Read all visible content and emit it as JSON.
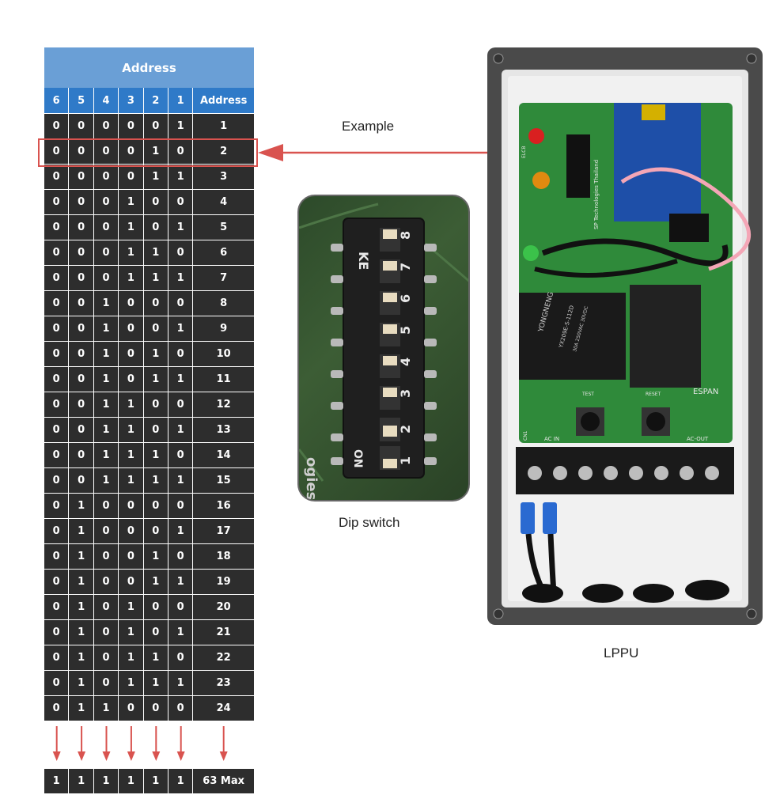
{
  "table": {
    "title": "Address",
    "headers": [
      "6",
      "5",
      "4",
      "3",
      "2",
      "1",
      "Address"
    ],
    "rows": [
      [
        "0",
        "0",
        "0",
        "0",
        "0",
        "1",
        "1"
      ],
      [
        "0",
        "0",
        "0",
        "0",
        "1",
        "0",
        "2"
      ],
      [
        "0",
        "0",
        "0",
        "0",
        "1",
        "1",
        "3"
      ],
      [
        "0",
        "0",
        "0",
        "1",
        "0",
        "0",
        "4"
      ],
      [
        "0",
        "0",
        "0",
        "1",
        "0",
        "1",
        "5"
      ],
      [
        "0",
        "0",
        "0",
        "1",
        "1",
        "0",
        "6"
      ],
      [
        "0",
        "0",
        "0",
        "1",
        "1",
        "1",
        "7"
      ],
      [
        "0",
        "0",
        "1",
        "0",
        "0",
        "0",
        "8"
      ],
      [
        "0",
        "0",
        "1",
        "0",
        "0",
        "1",
        "9"
      ],
      [
        "0",
        "0",
        "1",
        "0",
        "1",
        "0",
        "10"
      ],
      [
        "0",
        "0",
        "1",
        "0",
        "1",
        "1",
        "11"
      ],
      [
        "0",
        "0",
        "1",
        "1",
        "0",
        "0",
        "12"
      ],
      [
        "0",
        "0",
        "1",
        "1",
        "0",
        "1",
        "13"
      ],
      [
        "0",
        "0",
        "1",
        "1",
        "1",
        "0",
        "14"
      ],
      [
        "0",
        "0",
        "1",
        "1",
        "1",
        "1",
        "15"
      ],
      [
        "0",
        "1",
        "0",
        "0",
        "0",
        "0",
        "16"
      ],
      [
        "0",
        "1",
        "0",
        "0",
        "0",
        "1",
        "17"
      ],
      [
        "0",
        "1",
        "0",
        "0",
        "1",
        "0",
        "18"
      ],
      [
        "0",
        "1",
        "0",
        "0",
        "1",
        "1",
        "19"
      ],
      [
        "0",
        "1",
        "0",
        "1",
        "0",
        "0",
        "20"
      ],
      [
        "0",
        "1",
        "0",
        "1",
        "0",
        "1",
        "21"
      ],
      [
        "0",
        "1",
        "0",
        "1",
        "1",
        "0",
        "22"
      ],
      [
        "0",
        "1",
        "0",
        "1",
        "1",
        "1",
        "23"
      ],
      [
        "0",
        "1",
        "1",
        "0",
        "0",
        "0",
        "24"
      ]
    ],
    "max_row": [
      "1",
      "1",
      "1",
      "1",
      "1",
      "1",
      "63 Max"
    ]
  },
  "labels": {
    "example": "Example",
    "dip_switch": "Dip switch",
    "lppu": "LPPU"
  },
  "dip_switch": {
    "brand_text": "KE",
    "on_text": "ON",
    "numbers": [
      "1",
      "2",
      "3",
      "4",
      "5",
      "6",
      "7",
      "8"
    ],
    "pcb_text": "ogies"
  },
  "lppu_board": {
    "text_elcb": "ELCB",
    "text_brand": "SP Technologies Thailand",
    "relay_brand": "YONGNENG",
    "relay_model": "YX209E-S-112D",
    "relay_spec": "30A 250VAC 30VDC",
    "test_label": "TEST",
    "reset_label": "RESET",
    "ac_in_label": "AC IN",
    "ac_out_label": "AC-OUT",
    "cn1_label": "CN1",
    "espan_label": "ESPAN"
  },
  "colors": {
    "title_bg": "#6a9fd6",
    "header_bg": "#2f7ac8",
    "cell_bg": "#2d2d2d",
    "arrow": "#d9534f",
    "pcb": "#2f8a3a"
  }
}
